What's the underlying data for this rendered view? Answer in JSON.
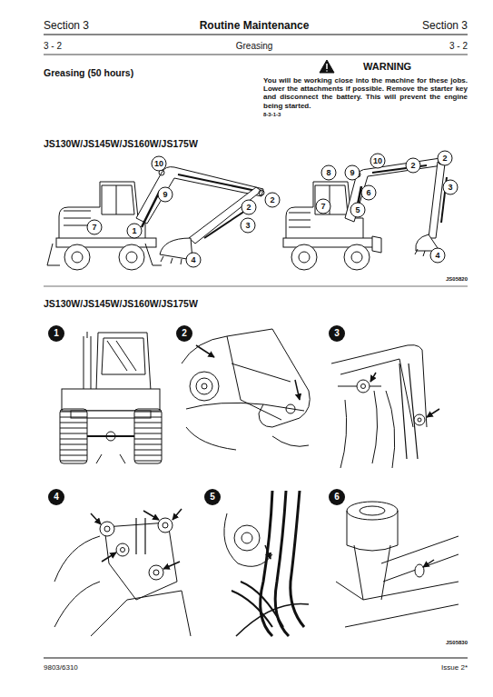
{
  "diagram": {
    "labels": [
      "Section 3",
      "Routine Maintenance",
      "Section 3",
      "3 - 2",
      "Greasing",
      "3 - 2",
      "Greasing (50 hours)",
      "WARNING",
      "You will be working close into the machine for these jobs. Lower the attachments if possible. Remove the starter key and disconnect the battery. This will prevent the engine being started.",
      "8-3-1-3",
      "JS130W/JS145W/JS160W/JS175W",
      "10",
      "9",
      "7",
      "1",
      "2",
      "2",
      "3",
      "4",
      "8",
      "9",
      "10",
      "2",
      "2",
      "6",
      "7",
      "5",
      "3",
      "4",
      "JS05820",
      "JS130W/JS145W/JS160W/JS175W",
      "1",
      "2",
      "3",
      "4",
      "5",
      "6",
      "JS05830",
      "9803/6310",
      "Issue 2*"
    ]
  }
}
